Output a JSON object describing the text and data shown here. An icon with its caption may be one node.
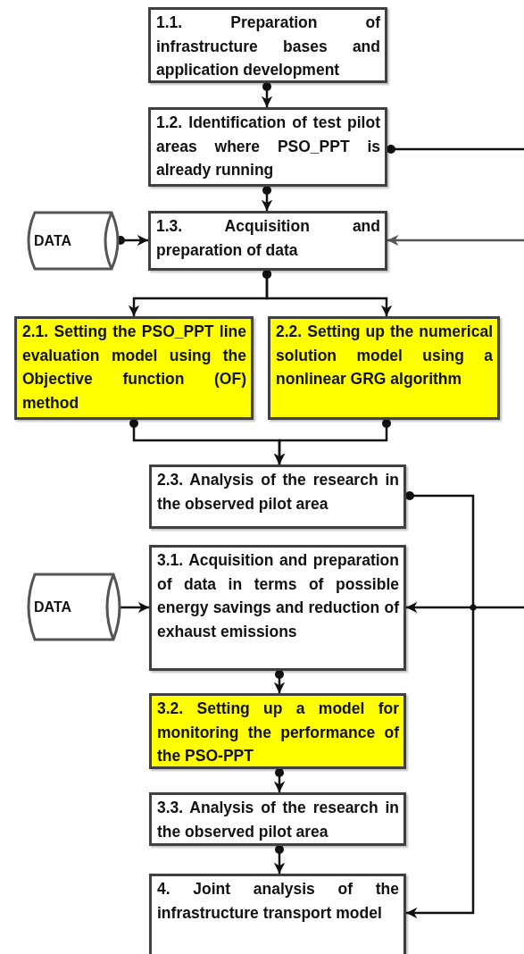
{
  "diagram": {
    "nodes": [
      {
        "text": [
          "1.1. Preparation of infrastructure bases and application development"
        ]
      },
      {
        "text": [
          "1.2. Identification of test pilot areas where PSO_PPT is already running"
        ]
      },
      {
        "text": [
          "DATA"
        ]
      },
      {
        "text": [
          "1.3. Acquisition and preparation of data"
        ]
      },
      {
        "text": [
          "2.1. Setting the PSO_PPT line evaluation model using the Objective function (OF) method"
        ]
      },
      {
        "text": [
          "2.2. Setting up the numerical solution model using a nonlinear GRG algorithm"
        ]
      },
      {
        "text": [
          "2.3. Analysis of the research in the observed pilot area"
        ]
      },
      {
        "text": [
          "DATA"
        ]
      },
      {
        "text": [
          "3.1. Acquisition and preparation of data in terms of possible energy savings and reduction of exhaust emissions"
        ]
      },
      {
        "text": [
          "3.2. Setting up a model for monitoring the performance of the PSO-PPT"
        ]
      },
      {
        "text": [
          "3.3. Analysis of the research in the observed pilot area"
        ]
      },
      {
        "text": [
          "4. Joint analysis of the infrastructure transport model"
        ]
      }
    ],
    "edges": [
      {
        "from": 0,
        "to": 1,
        "arrow": "to"
      },
      {
        "from": 1,
        "to": null,
        "arrow": "other"
      },
      {
        "from": 1,
        "to": 3,
        "arrow": "to"
      },
      {
        "from": 2,
        "to": 3,
        "arrow": "to"
      },
      {
        "from": null,
        "to": 3,
        "arrow": "to",
        "color": "#555555"
      },
      {
        "from": 3,
        "to": 4,
        "arrow": "to"
      },
      {
        "from": 3,
        "to": 5,
        "arrow": "to"
      },
      {
        "from": 4,
        "to": 6,
        "arrow": "to"
      },
      {
        "from": 5,
        "to": 6,
        "arrow": "to"
      },
      {
        "from": 6,
        "to": 11,
        "arrow": "to"
      },
      {
        "from": null,
        "to": 8,
        "arrow": "to"
      },
      {
        "from": 7,
        "to": 8,
        "arrow": "to"
      },
      {
        "from": 8,
        "to": 9,
        "arrow": "to"
      },
      {
        "from": 9,
        "to": 10,
        "arrow": "to"
      },
      {
        "from": 10,
        "to": 11,
        "arrow": "to"
      }
    ]
  }
}
